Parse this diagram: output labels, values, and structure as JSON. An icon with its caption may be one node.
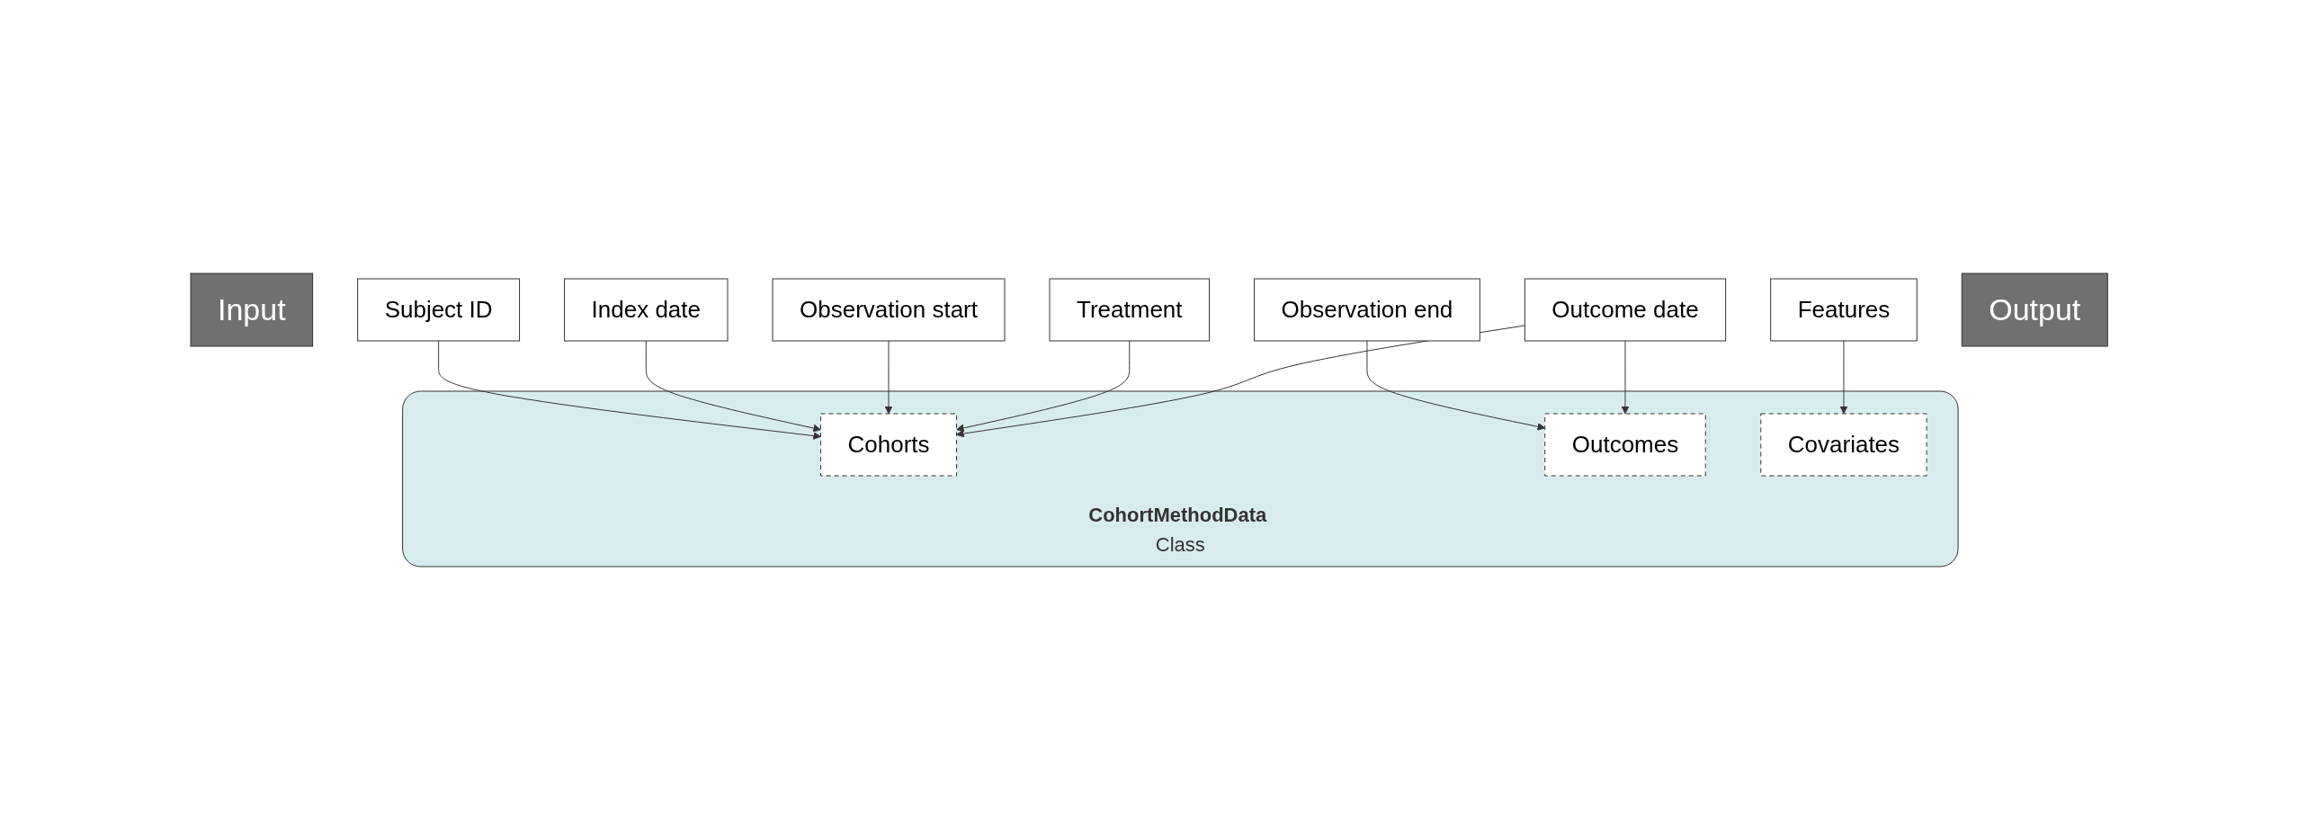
{
  "diagram": {
    "nodes": [
      {
        "text": [
          "Input"
        ]
      },
      {
        "text": [
          "Subject ID"
        ]
      },
      {
        "text": [
          "Index date"
        ]
      },
      {
        "text": [
          "Observation start"
        ]
      },
      {
        "text": [
          "Features"
        ]
      },
      {
        "text": [
          "Treatment"
        ]
      },
      {
        "text": [
          "Observation end"
        ]
      },
      {
        "text": [
          "Outcome date"
        ]
      },
      {
        "text": [
          "Output"
        ]
      },
      {
        "text": [
          "**CohortMethodData** Class"
        ]
      },
      {
        "text": [
          "Cohorts"
        ],
        "in": 9
      },
      {
        "text": [
          "Outcomes"
        ],
        "in": 9
      },
      {
        "text": [
          "Covariates"
        ],
        "in": 9
      }
    ],
    "edges": [
      {
        "from": 1,
        "to": 10,
        "arrow": "to"
      },
      {
        "from": 2,
        "to": 10,
        "arrow": "to"
      },
      {
        "from": 3,
        "to": 10,
        "arrow": "to"
      },
      {
        "from": 5,
        "to": 10,
        "arrow": "to"
      },
      {
        "from": 6,
        "to": 11,
        "arrow": "to"
      },
      {
        "from": 7,
        "to": 10,
        "arrow": "to"
      },
      {
        "from": 7,
        "to": 11,
        "arrow": "to"
      },
      {
        "from": 4,
        "to": 12,
        "arrow": "to"
      }
    ]
  }
}
